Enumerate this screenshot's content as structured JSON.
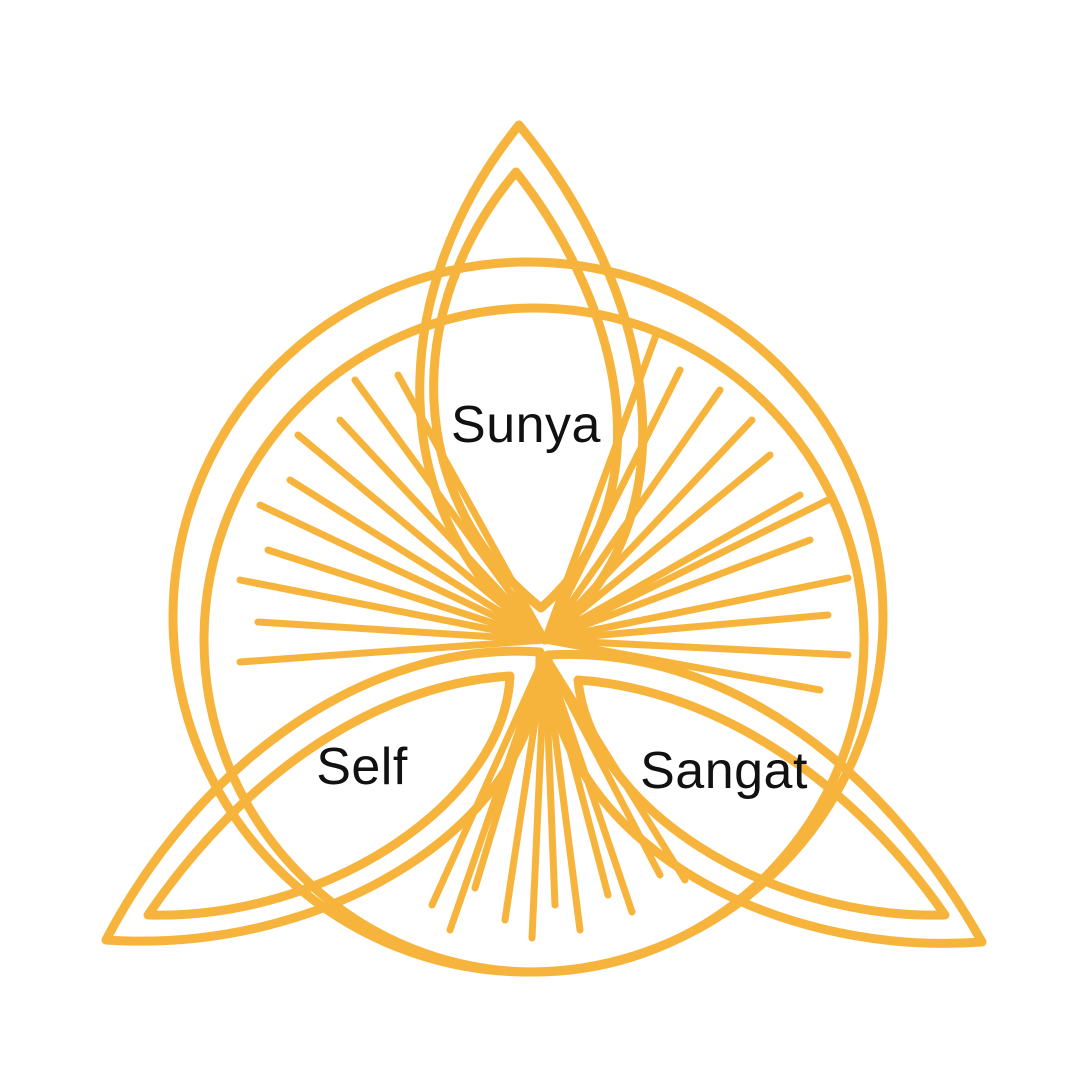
{
  "diagram": {
    "labels": {
      "top": "Sunya",
      "left": "Self",
      "right": "Sangat"
    },
    "colors": {
      "stroke": "#F6B43C",
      "text": "#111111",
      "background": "#ffffff"
    }
  }
}
